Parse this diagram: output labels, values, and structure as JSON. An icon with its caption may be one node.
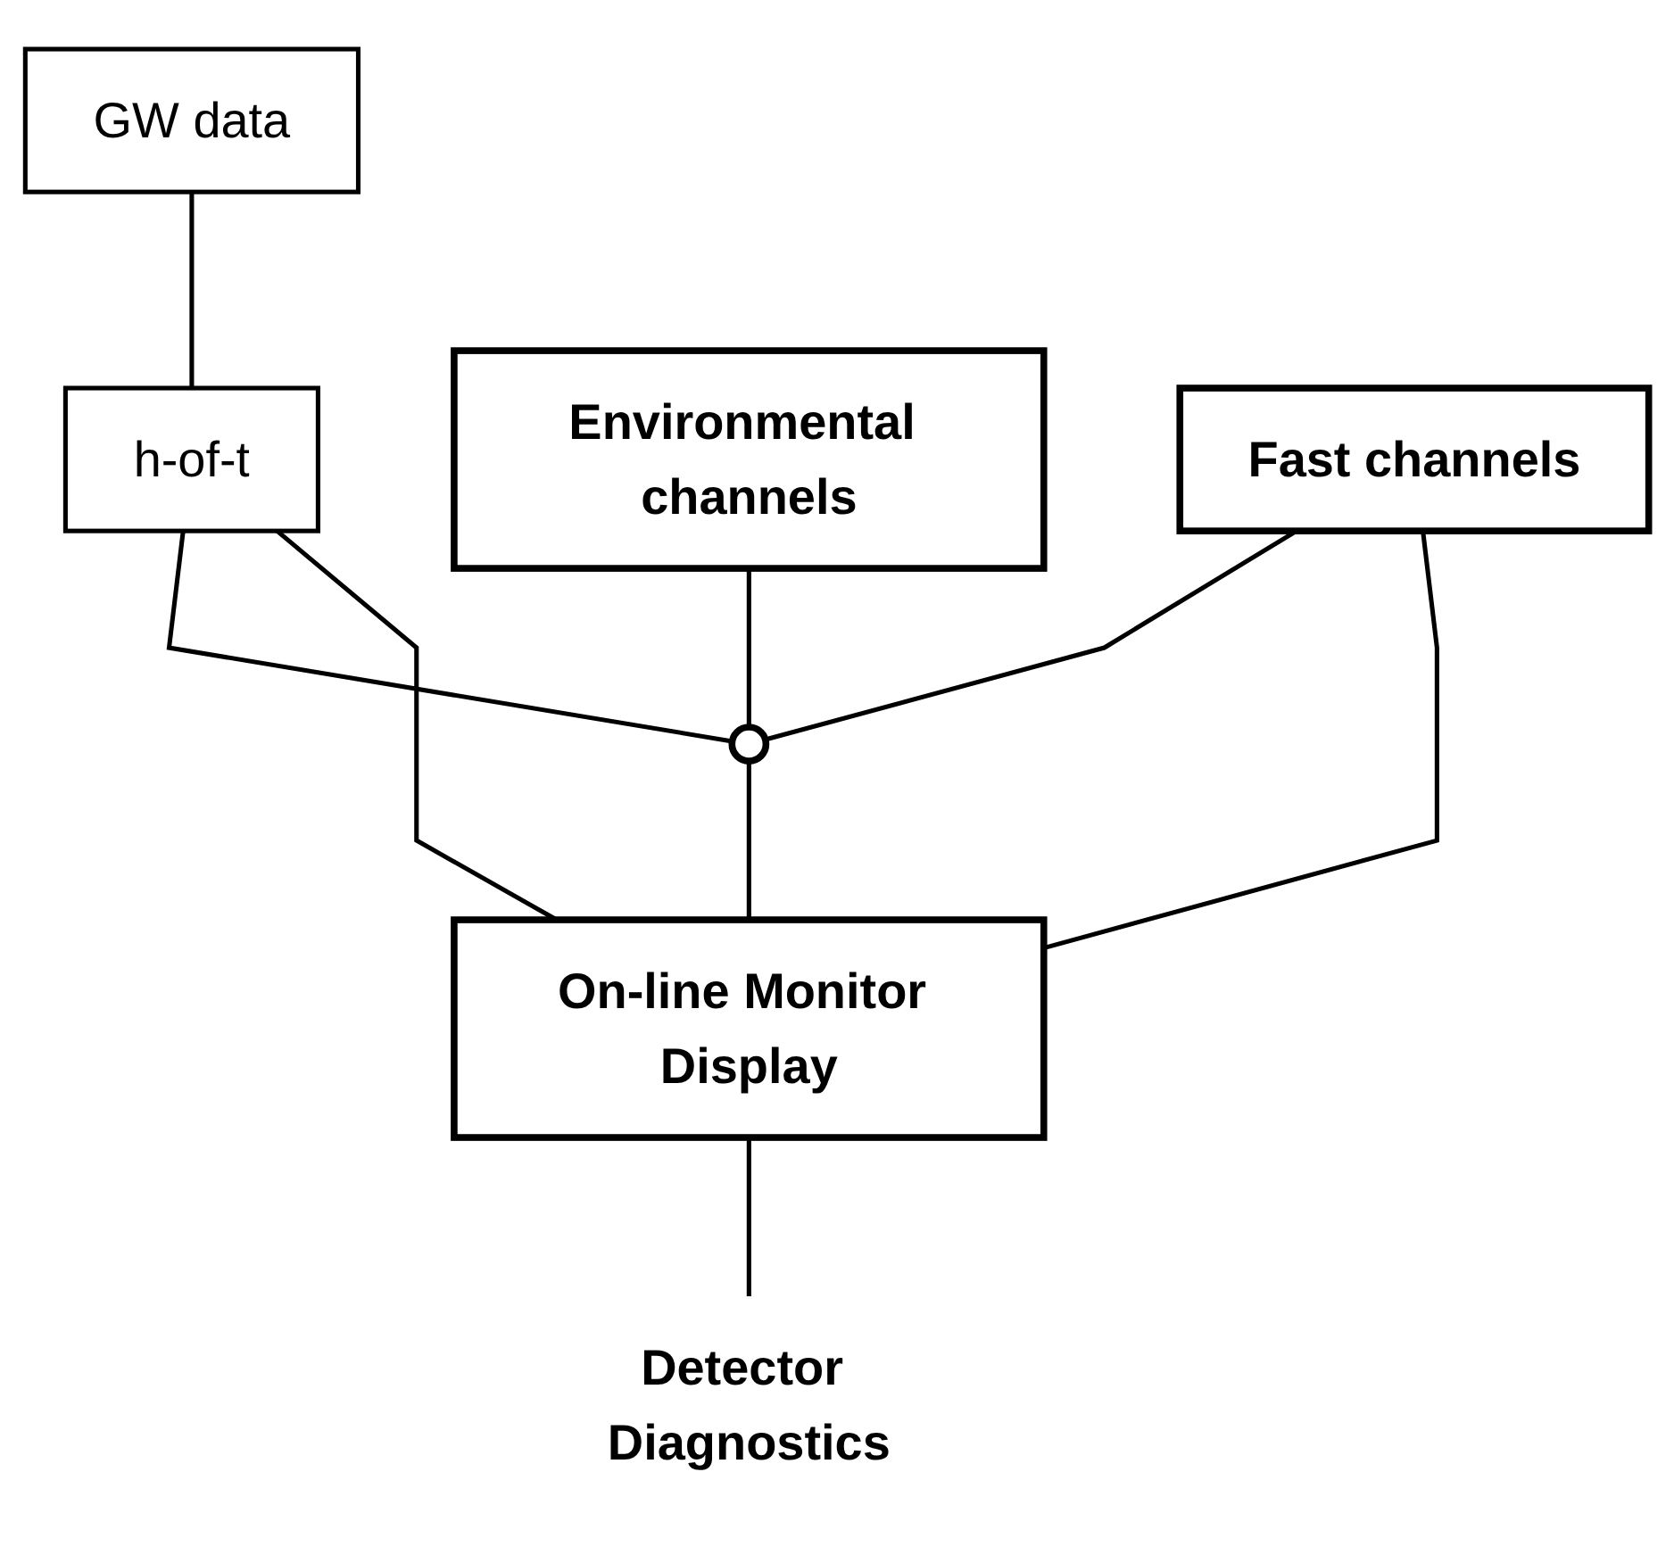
{
  "diagram": {
    "nodes": [
      {
        "text": [
          "GW data"
        ]
      },
      {
        "text": [
          "h-of-t"
        ]
      },
      {
        "text": [
          "Environmental channels"
        ]
      },
      {
        "text": [
          "Fast channels"
        ]
      },
      {
        "text": [],
        "shape": "circle"
      },
      {
        "text": [
          "On-line Monitor Display"
        ]
      },
      {
        "text": [
          "Detector Diagnostics"
        ]
      }
    ],
    "edges": [
      {
        "from": 0,
        "to": 1,
        "arrow": "none"
      },
      {
        "from": 1,
        "to": 4,
        "arrow": "none"
      },
      {
        "from": 2,
        "to": 4,
        "arrow": "none"
      },
      {
        "from": 3,
        "to": 4,
        "arrow": "none"
      },
      {
        "from": 1,
        "to": 5,
        "arrow": "none"
      },
      {
        "from": 3,
        "to": 5,
        "arrow": "none"
      },
      {
        "from": 4,
        "to": 5,
        "arrow": "none"
      },
      {
        "from": 5,
        "to": 6,
        "arrow": "none"
      }
    ]
  }
}
